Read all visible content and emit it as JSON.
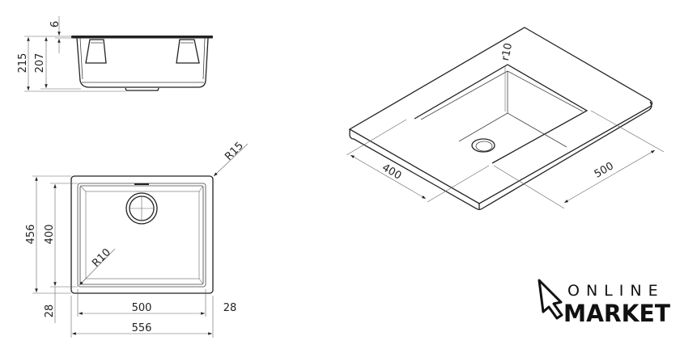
{
  "side_view": {
    "dim_flange": "6",
    "dim_total_height": "215",
    "dim_bowl_height": "207"
  },
  "top_view": {
    "dim_outer_depth": "456",
    "dim_inner_depth": "400",
    "dim_border_bottom": "28",
    "dim_border_right": "28",
    "dim_inner_width": "500",
    "dim_outer_width": "556",
    "radius_outer": "R15",
    "radius_inner": "R10"
  },
  "iso_view": {
    "dim_depth": "400",
    "dim_width": "500",
    "radius": "r10"
  },
  "logo": {
    "line1": "ONLINE",
    "line2": "MARKET"
  },
  "colors": {
    "line": "#222222",
    "background": "#ffffff"
  }
}
